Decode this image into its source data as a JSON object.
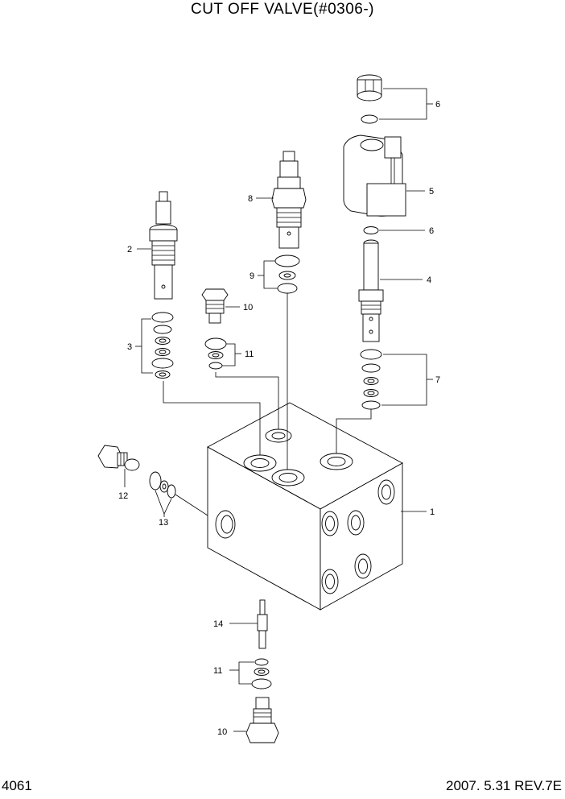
{
  "title": "CUT OFF VALVE(#0306-)",
  "page_number": "4061",
  "date_revision": "2007. 5.31  REV.7E",
  "callouts": {
    "c1": "1",
    "c2": "2",
    "c3": "3",
    "c4": "4",
    "c5": "5",
    "c6a": "6",
    "c6b": "6",
    "c7": "7",
    "c8": "8",
    "c9": "9",
    "c10a": "10",
    "c10b": "10",
    "c11a": "11",
    "c11b": "11",
    "c12": "12",
    "c13": "13",
    "c14": "14"
  }
}
